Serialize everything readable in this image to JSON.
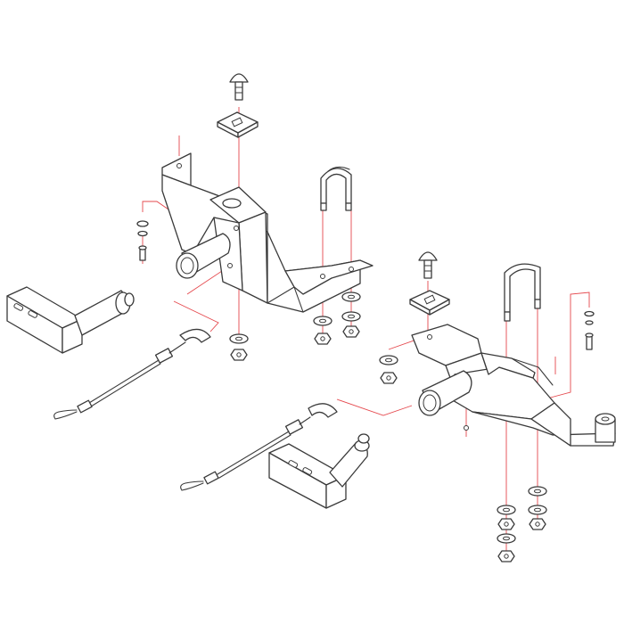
{
  "diagram": {
    "kind": "exploded-parts-view",
    "colors": {
      "outline": "#3a3a3a",
      "leader": "#e5484d",
      "background": "#ffffff"
    },
    "assemblies": [
      {
        "name": "left-mount",
        "parts": [
          "carriage-bolt",
          "square-washer",
          "bracket-frame",
          "u-bolt",
          "flat-washers",
          "hex-nuts",
          "pin-bolt",
          "lock-nut",
          "receiver-pin-bracket",
          "safety-cable"
        ]
      },
      {
        "name": "right-mount",
        "parts": [
          "carriage-bolt",
          "square-washer",
          "bracket-frame",
          "u-bolt",
          "flat-washers",
          "hex-nuts",
          "pin-bolt",
          "receiver-pin-bracket",
          "safety-cable"
        ]
      }
    ]
  }
}
